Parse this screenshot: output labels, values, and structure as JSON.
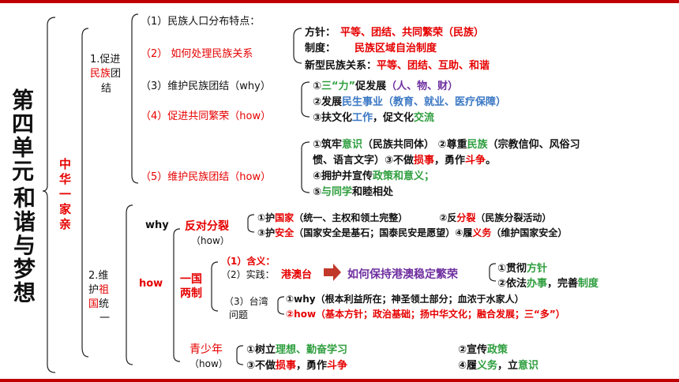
{
  "unit": {
    "title_a": "第四单元",
    "title_b": "和谐与梦想"
  },
  "branch_main": "中华一家亲",
  "s1": {
    "a": "1.促进",
    "b": "民族",
    "c": "团",
    "d": "结",
    "i1": "（1）民族人口分布特点：",
    "i2": "（2）  如何处理民族关系",
    "i3": "（3）维护民族团结（why）",
    "i4": "（4）促进共同繁荣（how）",
    "i5": "（5）维护民族团结（how）",
    "policy": {
      "fz": "方针：",
      "fz_v": "平等、团结、共同繁荣（民族）",
      "zd": "制度：",
      "zd_v": "民族区域自治制度",
      "gx": "新型民族关系：",
      "gx_v": "平等、团结、互助、和谐"
    },
    "h4": {
      "l1a": "①",
      "l1b": "三“力”",
      "l1c": "促发展",
      "l1d": "（人、物、财）",
      "l2a": "②发展",
      "l2b": "民生事业（教育、就业、医疗保障）",
      "l3a": "③扶文化",
      "l3b": "工作",
      "l3c": "，促文化",
      "l3d": "交流"
    },
    "h5": {
      "l1a": "①筑牢",
      "l1b": "意识",
      "l1c": "（民族共同体）  ②尊重",
      "l1d": "民族",
      "l1e": "（宗教信仰、风俗习",
      "l2a": "惯、语言文字）③不做",
      "l2b": "损事",
      "l2c": "，勇作",
      "l2d": "斗争",
      "l2e": "。",
      "l3a": "④拥护并宣传",
      "l3b": "政策和意义",
      "l3c": "；",
      "l4a": "⑤",
      "l4b": "与同学",
      "l4c": "和睦相处"
    }
  },
  "s2": {
    "a": "2.维",
    "b": "护",
    "c": "祖",
    "d": "国",
    "e": "统",
    "f": "一",
    "why": "why",
    "how": "how",
    "fd": "反对分裂",
    "fd_how": "（how）",
    "fd1a": "①护",
    "fd1b": "国家",
    "fd1c": "（统一、主权和领土完整）",
    "fd2a": "②反",
    "fd2b": "分裂",
    "fd2c": "（民族分裂活动）",
    "fd3a": "③护",
    "fd3b": "安全",
    "fd3c": "（国家安全是基石；国泰民安是愿望）④履",
    "fd3d": "义务",
    "fd3e": "（维护国家安全）",
    "yg": "一国\n两制",
    "yg1": "（1）含义：",
    "yg2": "（2）实践：",
    "yg2v": "港澳台",
    "hk": "如何保持港澳稳定繁荣",
    "hk1a": "①贯彻",
    "hk1b": "方针",
    "hk2a": "②依法",
    "hk2b": "办事",
    "hk2c": "，完善",
    "hk2d": "制度",
    "tw": "（3）台湾",
    "tw2": "问题",
    "tw_why": "①why（根本利益所在；神圣领土部分；血浓于水家人）",
    "tw_how": "②how（基本方针；政治基础；扬中华文化；融合发展；三“多”）",
    "qs": "青少年",
    "qs_how": "（how）",
    "q1a": "①树立",
    "q1b": "理想、勤奋学习",
    "q2a": "②宣传",
    "q2b": "政策",
    "q3a": "③不做",
    "q3b": "损事",
    "q3c": "，勇作",
    "q3d": "斗争",
    "q4a": "④履",
    "q4b": "义务",
    "q4c": "，立",
    "q4d": "意识"
  }
}
